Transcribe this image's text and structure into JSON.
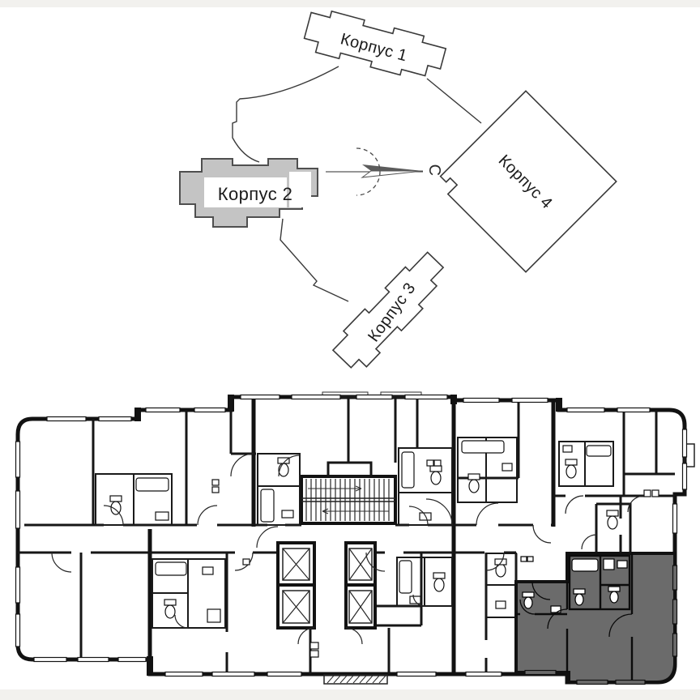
{
  "page": {
    "background": "#ffffff",
    "top_bar_color": "#f2f1ee",
    "bottom_bar_color": "#f2f1ee"
  },
  "site_plan": {
    "north_label": "С",
    "buildings": [
      {
        "id": "korpus-1",
        "label": "Корпус 1",
        "selected": false
      },
      {
        "id": "korpus-2",
        "label": "Корпус 2",
        "selected": true
      },
      {
        "id": "korpus-3",
        "label": "Корпус 3",
        "selected": false
      },
      {
        "id": "korpus-4",
        "label": "Корпус 4",
        "selected": false
      }
    ],
    "selected_building_fill": "#c4c4c4",
    "building_fill": "#ffffff",
    "outline_color": "#3a3a3a"
  },
  "floor_plan": {
    "selected_apartment_fill": "#6b6b6b",
    "wall_color": "#121212"
  }
}
